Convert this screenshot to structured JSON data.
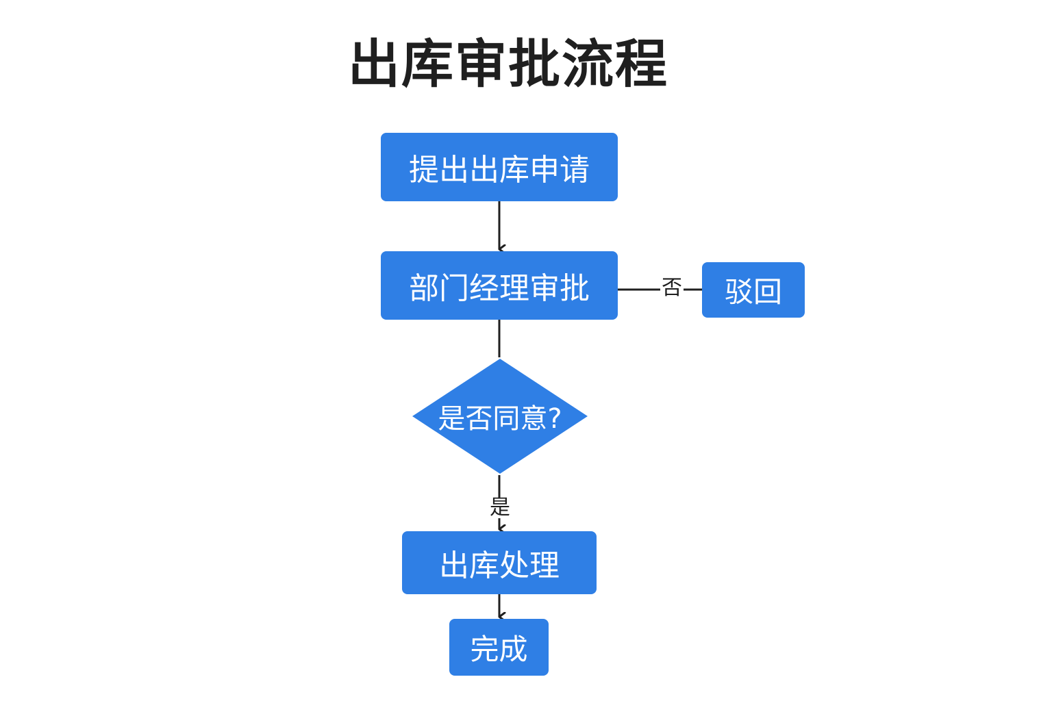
{
  "title": "出库审批流程",
  "nodes": {
    "submit": "提出出库申请",
    "manager_review": "部门经理审批",
    "decision": "是否同意?",
    "reject": "驳回",
    "process": "出库处理",
    "done": "完成"
  },
  "edges": {
    "no_label": "否",
    "yes_label": "是"
  },
  "colors": {
    "node_fill": "#2f7fe5",
    "node_text": "#ffffff",
    "line": "#1f1f1f",
    "background": "#ffffff"
  }
}
